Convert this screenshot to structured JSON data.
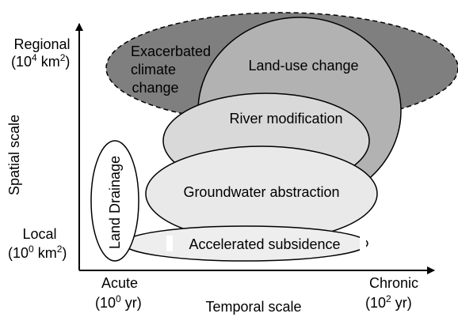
{
  "colors": {
    "climate": "#7f7f7f",
    "land_use": "#b2b2b2",
    "river": "#d9d9d9",
    "groundwater": "#e9e9e9",
    "subsidence": "#eeeeee",
    "land_drainage": "#ffffff",
    "outline": "#000000",
    "dashed_outline": "#000000"
  },
  "axes": {
    "y_title": "Spatial scale",
    "x_title": "Temporal scale",
    "y_top": "Regional",
    "y_top_unit_base": "(10",
    "y_top_unit_exp": "4",
    "y_top_unit_tail": " km",
    "y_top_unit_sq": "2",
    "y_top_unit_close": ")",
    "y_bottom": "Local",
    "y_bottom_unit_base": "(10",
    "y_bottom_unit_exp": "0",
    "y_bottom_unit_tail": " km",
    "y_bottom_unit_sq": "2",
    "y_bottom_unit_close": ")",
    "x_left": "Acute",
    "x_left_unit_base": "(10",
    "x_left_unit_exp": "0",
    "x_left_unit_tail": " yr)",
    "x_right": "Chronic",
    "x_right_unit_base": "(10",
    "x_right_unit_exp": "2",
    "x_right_unit_tail": " yr)"
  },
  "ellipses": {
    "climate": {
      "line1": "Exacerbated",
      "line2": "climate",
      "line3": "change"
    },
    "land_use": {
      "label": "Land-use change"
    },
    "river": {
      "label": "River modification"
    },
    "groundwater": {
      "label": "Groundwater abstraction"
    },
    "land_drainage": {
      "label": "Land Drainage"
    },
    "subsidence": {
      "label": "Accelerated subsidence"
    }
  }
}
